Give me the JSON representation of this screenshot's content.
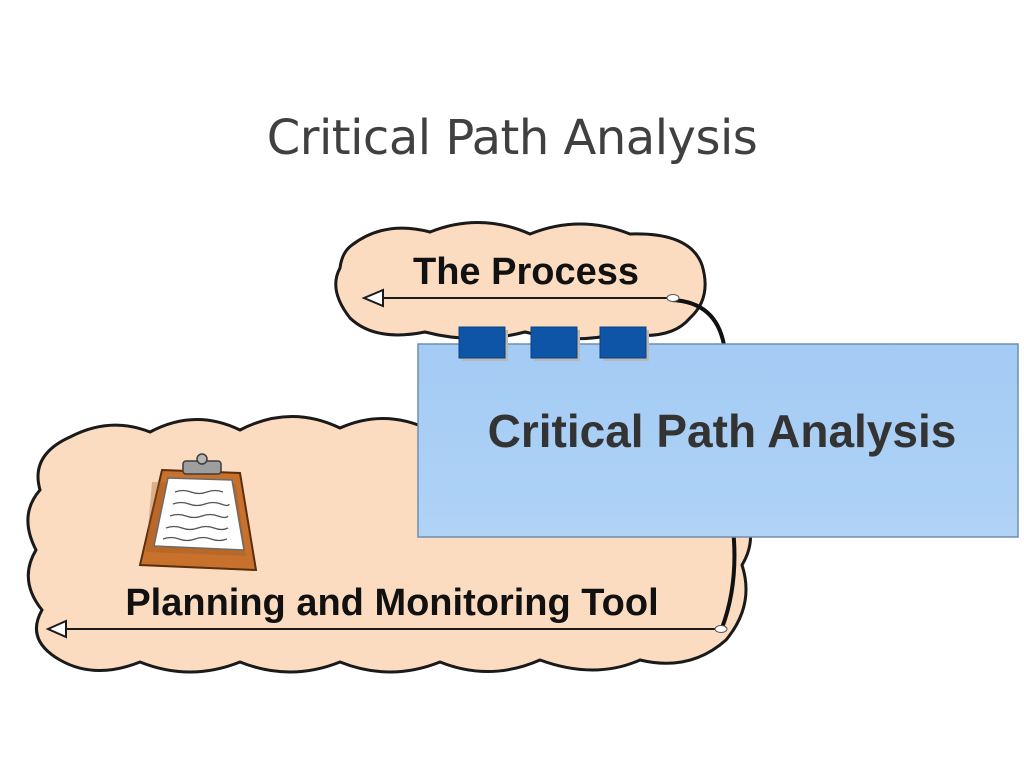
{
  "slide": {
    "title": "Critical Path Analysis"
  },
  "diagram": {
    "top_cloud_label": "The Process",
    "bottom_cloud_label": "Planning and Monitoring Tool",
    "box_label": "Critical Path Analysis"
  },
  "colors": {
    "cloud_fill": "#fcdcc0",
    "cloud_stroke": "#1a1a1a",
    "box_fill": "#a7cdf4",
    "box_stroke": "#6f8fae",
    "tab_fill": "#0e55a7",
    "clipboard_board": "#c8712c",
    "title_text": "#404040"
  }
}
